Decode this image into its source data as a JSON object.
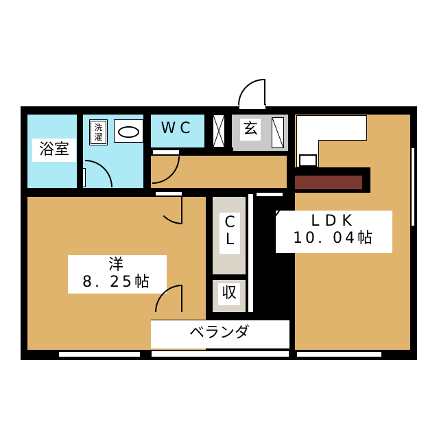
{
  "rooms": {
    "bath": "浴室",
    "laundry_line1": "洗",
    "laundry_line2": "濯",
    "wc": "WC",
    "entrance": "玄",
    "western_room_name": "洋",
    "western_room_size": "8. 25帖",
    "closet_line1": "C",
    "closet_line2": "L",
    "storage": "収",
    "ldk_name": "LDK",
    "ldk_size": "10. 04帖",
    "veranda": "ベランダ"
  },
  "colors": {
    "floor": "#e0b46c",
    "wet_area": "#aeeaf6",
    "entrance": "#c9c9c9",
    "storage": "#d9d5c9",
    "kitchen_cabinet": "#7a3a32"
  }
}
